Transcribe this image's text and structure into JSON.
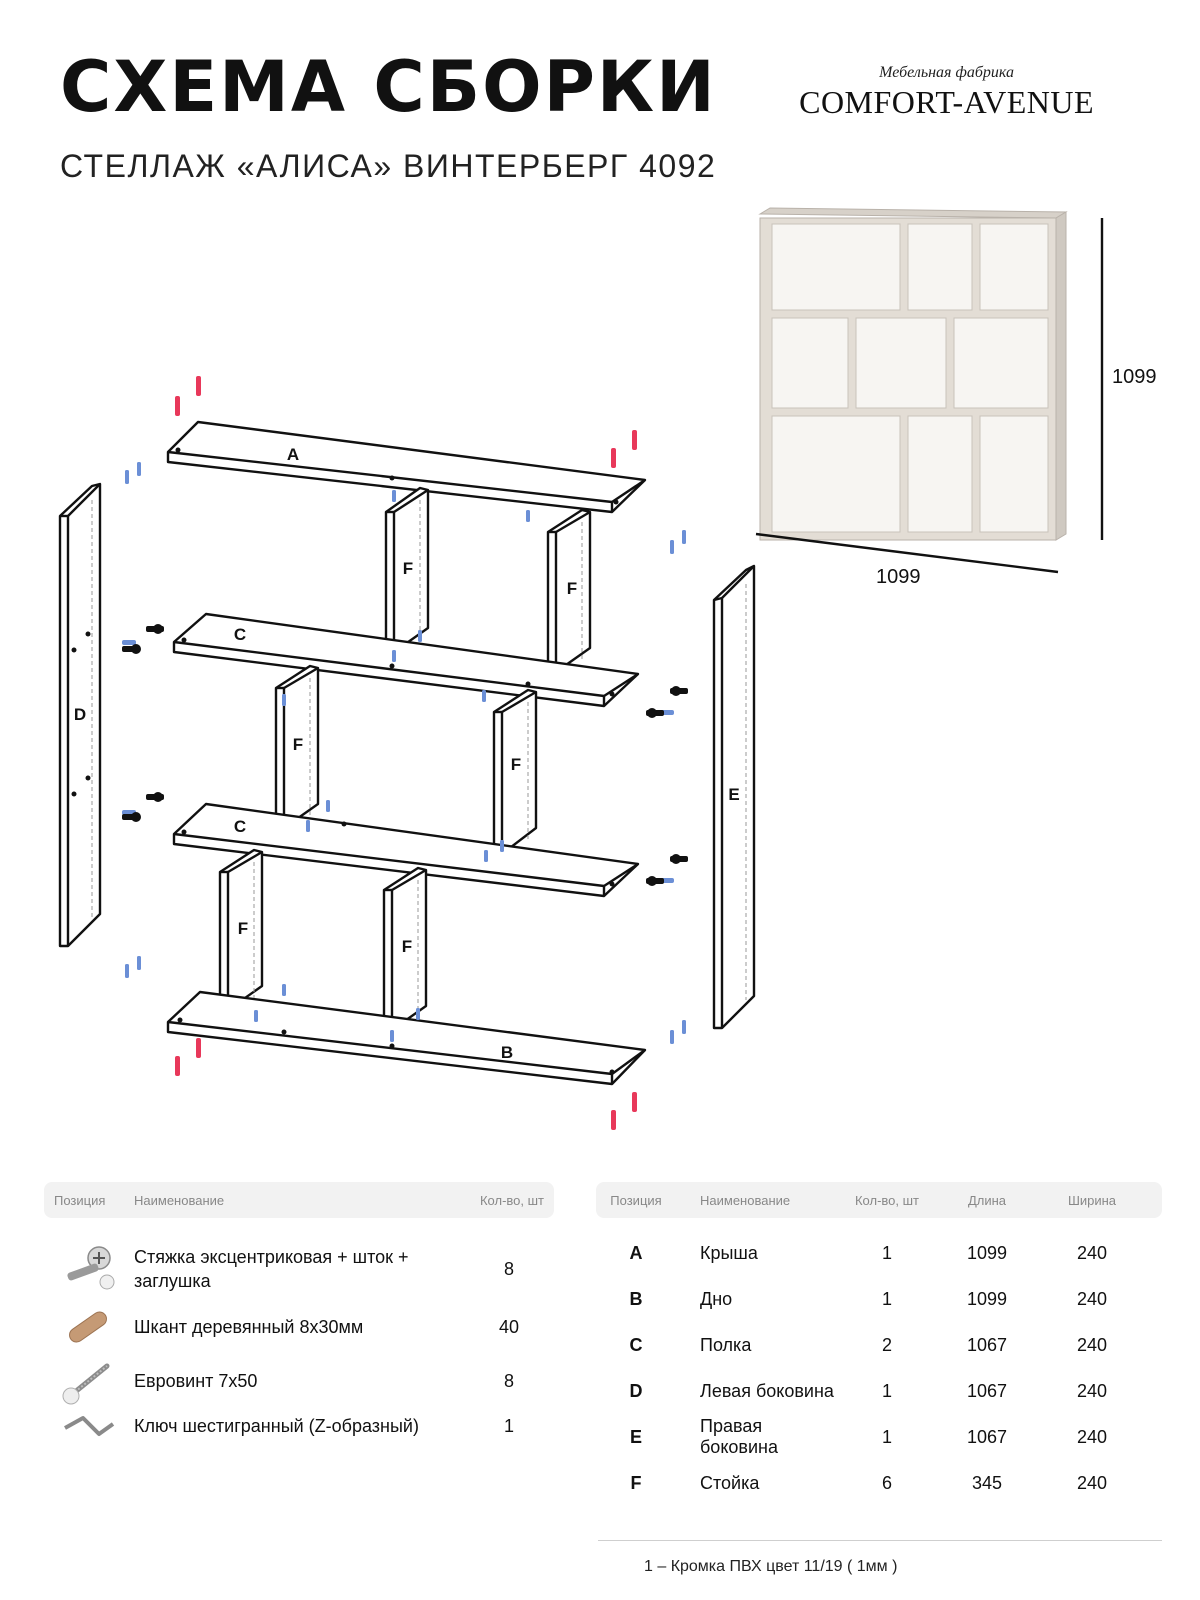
{
  "header": {
    "title": "СХЕМА СБОРКИ",
    "subtitle": "СТЕЛЛАЖ «АЛИСА» ВИНТЕРБЕРГ 4092",
    "brand_small": "Мебельная фабрика",
    "brand_name": "COMFORT-AVENUE"
  },
  "dimensions": {
    "height": "1099",
    "width": "1099"
  },
  "panel_labels": {
    "a": "A",
    "b": "B",
    "c1": "C",
    "c2": "C",
    "d": "D",
    "e": "E",
    "f1": "F",
    "f2": "F",
    "f3": "F",
    "f4": "F",
    "f5": "F",
    "f6": "F"
  },
  "colors": {
    "dowel_red": "#e8385a",
    "fitting_blue": "#6b8fd6",
    "wood": "#e3ddd5"
  },
  "hardware_table": {
    "headers": {
      "position": "Позиция",
      "name": "Наименование",
      "qty": "Кол-во, шт"
    },
    "rows": [
      {
        "icon": "cam-lock-icon",
        "name": "Стяжка эксцентриковая + шток + заглушка",
        "qty": "8"
      },
      {
        "icon": "wooden-dowel-icon",
        "name": "Шкант деревянный 8х30мм",
        "qty": "40"
      },
      {
        "icon": "euro-screw-icon",
        "name": "Евровинт 7х50",
        "qty": "8"
      },
      {
        "icon": "hex-key-icon",
        "name": "Ключ шестигранный (Z-образный)",
        "qty": "1"
      }
    ]
  },
  "parts_table": {
    "headers": {
      "position": "Позиция",
      "name": "Наименование",
      "qty": "Кол-во, шт",
      "length": "Длина",
      "width": "Ширина"
    },
    "rows": [
      {
        "pos": "A",
        "name": "Крыша",
        "qty": "1",
        "length": "1099",
        "width": "240"
      },
      {
        "pos": "B",
        "name": "Дно",
        "qty": "1",
        "length": "1099",
        "width": "240"
      },
      {
        "pos": "C",
        "name": "Полка",
        "qty": "2",
        "length": "1067",
        "width": "240"
      },
      {
        "pos": "D",
        "name": "Левая боковина",
        "qty": "1",
        "length": "1067",
        "width": "240"
      },
      {
        "pos": "E",
        "name": "Правая боковина",
        "qty": "1",
        "length": "1067",
        "width": "240"
      },
      {
        "pos": "F",
        "name": "Стойка",
        "qty": "6",
        "length": "345",
        "width": "240"
      }
    ],
    "note": "1 – Кромка ПВХ цвет 11/19 ( 1мм )"
  }
}
